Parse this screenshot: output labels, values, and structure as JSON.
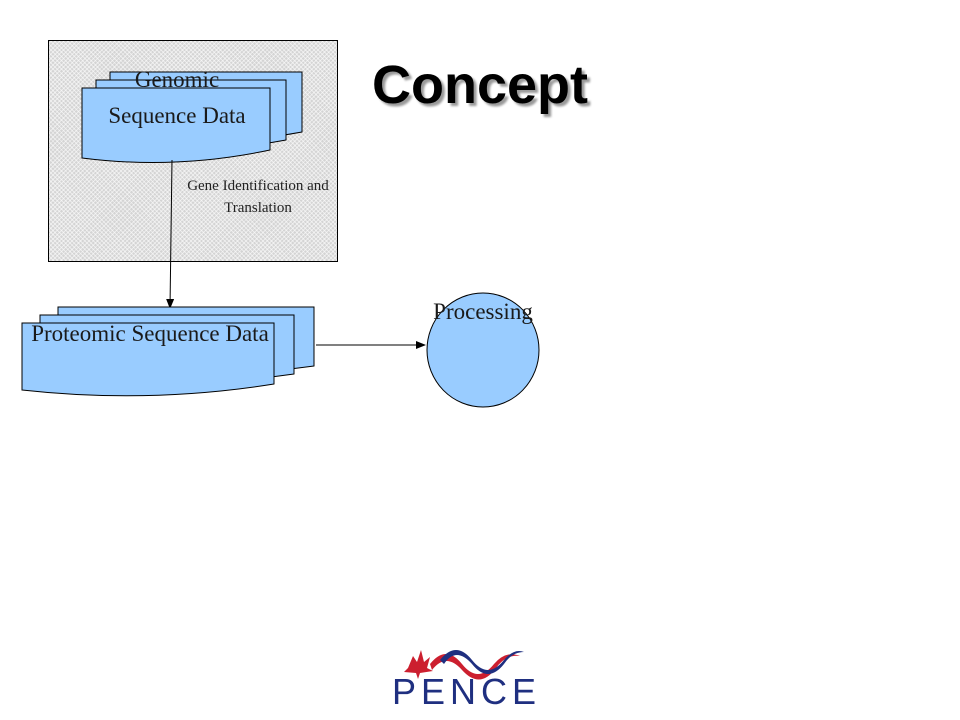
{
  "slide": {
    "title": "Concept"
  },
  "diagram": {
    "genomic_panel": {
      "document_label": "Genomic Sequence Data",
      "step_label": "Gene Identification and Translation"
    },
    "proteomic_document": {
      "label": "Proteomic Sequence Data"
    },
    "processing_node": {
      "label": "Processing"
    },
    "colors": {
      "document_fill": "#99ccff",
      "panel_fill": "#d4d4d4",
      "logo_red": "#cc1f2f",
      "logo_blue": "#1f2f80"
    }
  },
  "logo": {
    "text": "PENCE"
  }
}
